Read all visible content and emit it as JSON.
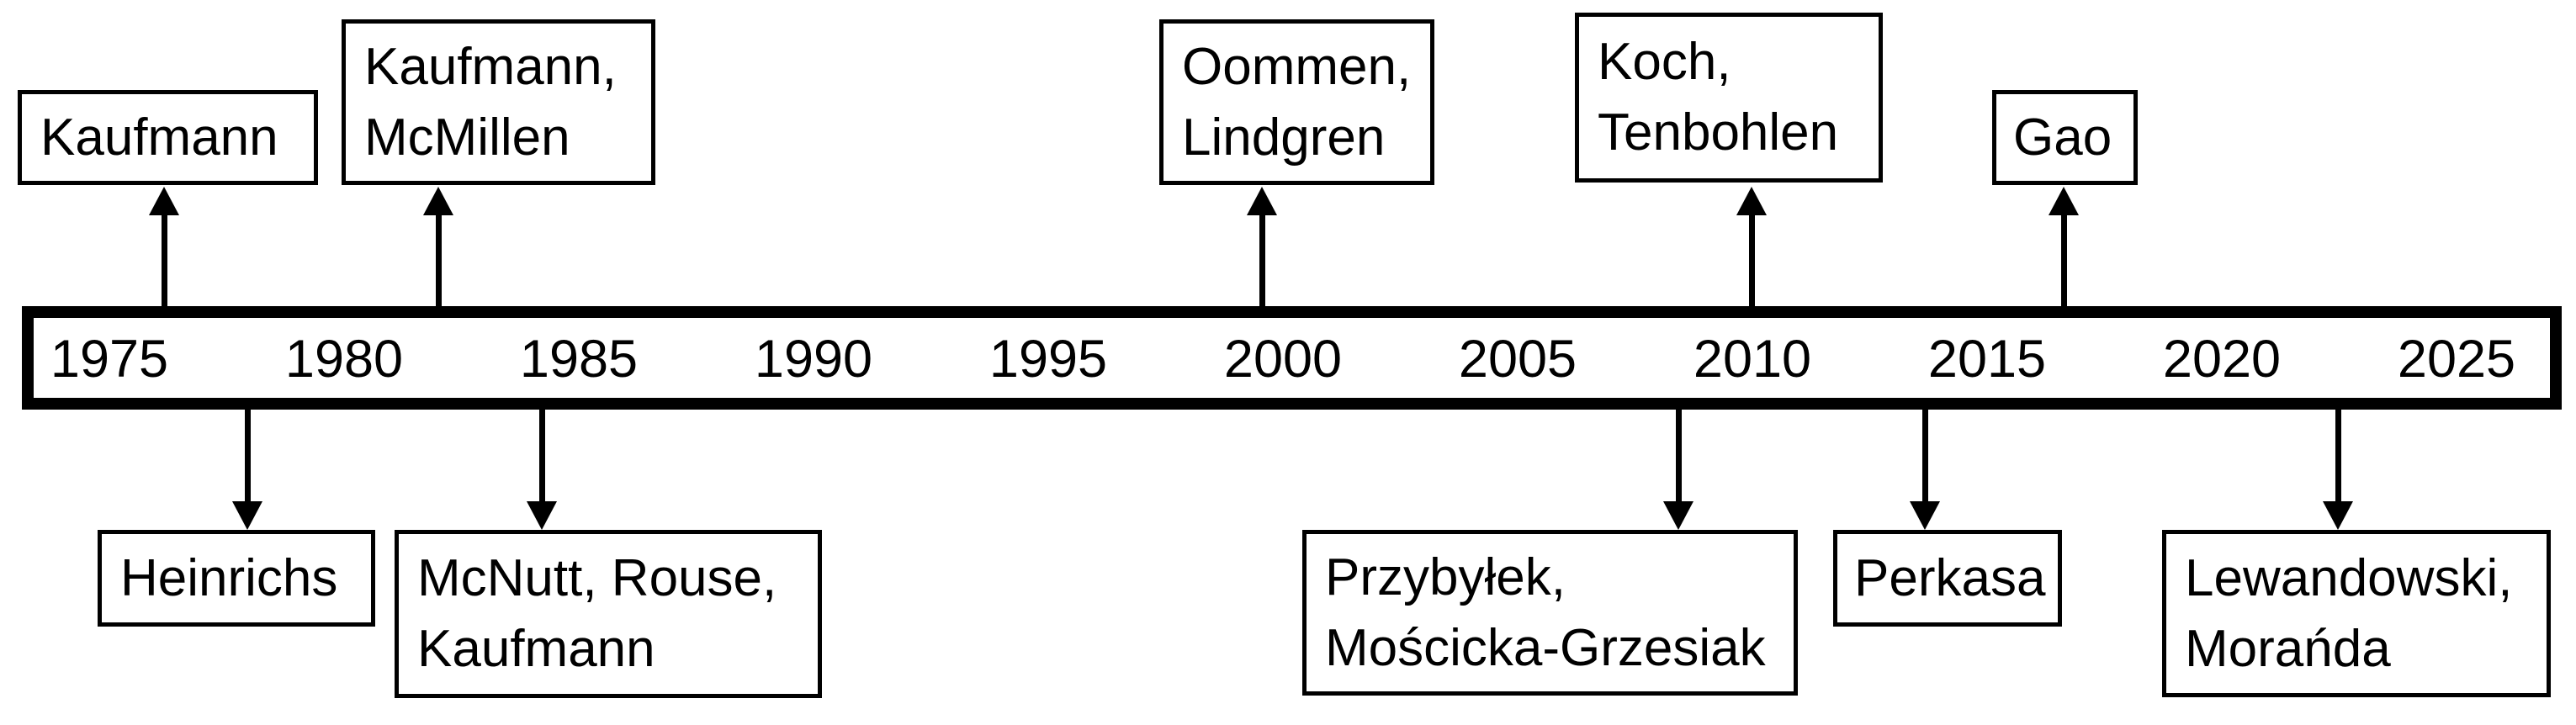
{
  "diagram": {
    "type": "timeline",
    "background_color": "#ffffff",
    "line_color": "#000000",
    "axis": {
      "start_year": 1975,
      "end_year": 2025,
      "tick_interval": 5,
      "tick_labels": [
        "1975",
        "1980",
        "1985",
        "1990",
        "1995",
        "2000",
        "2005",
        "2010",
        "2015",
        "2020",
        "2025"
      ]
    },
    "events_above": [
      {
        "label": "Kaufmann",
        "approx_year": 1976
      },
      {
        "label": "Kaufmann,\nMcMillen",
        "approx_year": 1982
      },
      {
        "label": "Oommen,\nLindgren",
        "approx_year": 2000
      },
      {
        "label": "Koch,\nTenbohlen",
        "approx_year": 2010
      },
      {
        "label": "Gao",
        "approx_year": 2017
      }
    ],
    "events_below": [
      {
        "label": "Heinrichs",
        "approx_year": 1978
      },
      {
        "label": "McNutt, Rouse,\nKaufmann",
        "approx_year": 1984
      },
      {
        "label": "Przybyłek,\nMościcka-Grzesiak",
        "approx_year": 2008
      },
      {
        "label": "Perkasa",
        "approx_year": 2014
      },
      {
        "label": "Lewandowski,\nMorańda",
        "approx_year": 2022
      }
    ]
  }
}
